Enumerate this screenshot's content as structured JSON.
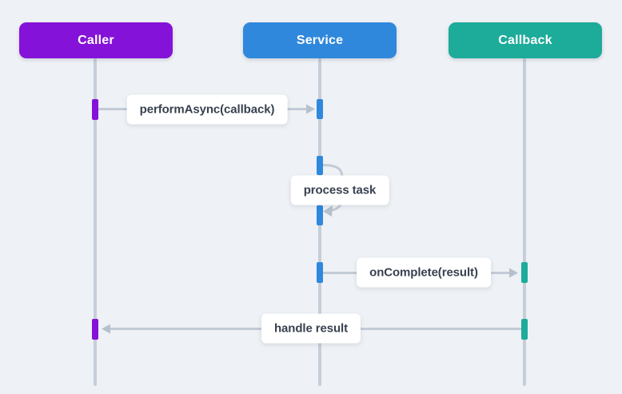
{
  "diagram": {
    "type": "sequence-diagram",
    "actors": [
      {
        "id": "caller",
        "label": "Caller"
      },
      {
        "id": "service",
        "label": "Service"
      },
      {
        "id": "callback",
        "label": "Callback"
      }
    ],
    "messages": [
      {
        "label": "performAsync(callback)",
        "from": "Caller",
        "to": "Service",
        "kind": "arrow-right"
      },
      {
        "label": "process task",
        "from": "Service",
        "to": "Service",
        "kind": "self-loop"
      },
      {
        "label": "onComplete(result)",
        "from": "Service",
        "to": "Callback",
        "kind": "arrow-right"
      },
      {
        "label": "handle result",
        "from": "Callback",
        "to": "Caller",
        "kind": "arrow-left"
      }
    ]
  },
  "colors": {
    "bg": "#eef1f5",
    "caller": "#8512d8",
    "service": "#2f88dc",
    "callback": "#1dab9a",
    "lifeline": "#c5ced9",
    "arrow": "#c2cbd6",
    "arrowhead": "#b5c1cd",
    "labelBg": "#ffffff",
    "labelText": "#37414f"
  }
}
